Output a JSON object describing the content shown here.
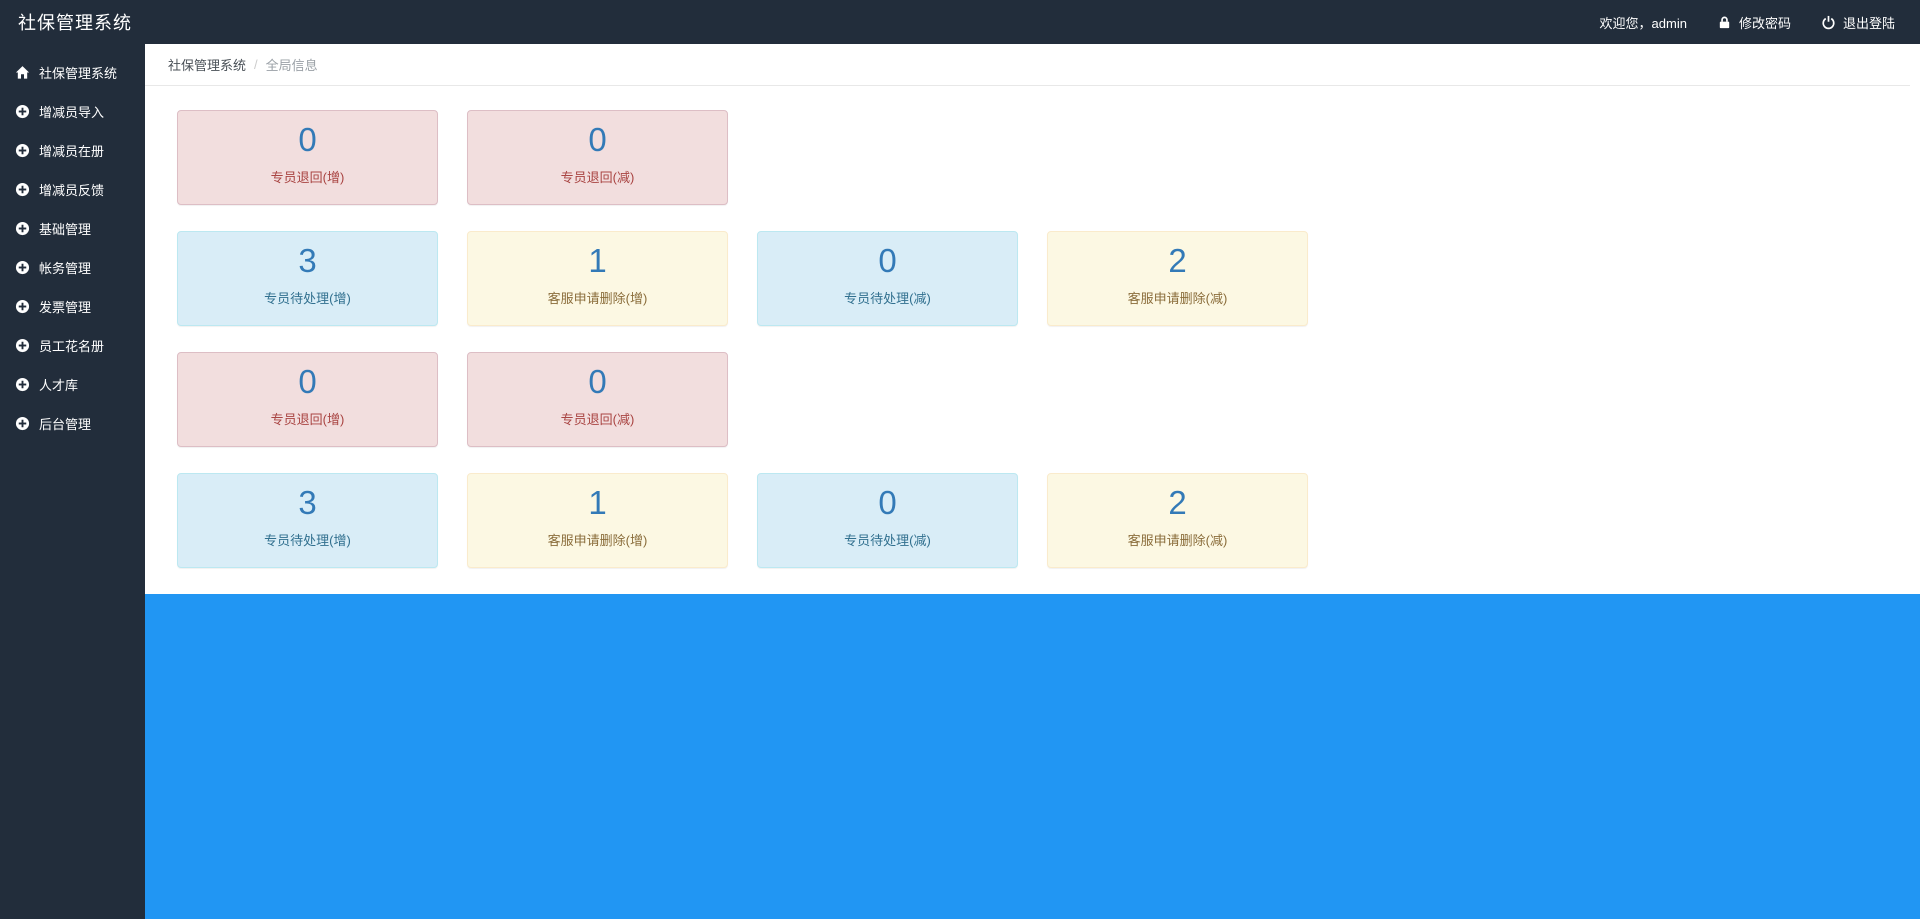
{
  "navbar": {
    "title": "社保管理系统",
    "welcome": "欢迎您，admin",
    "change_password": "修改密码",
    "logout": "退出登陆"
  },
  "sidebar": {
    "items": [
      {
        "label": "社保管理系统",
        "icon": "home-icon"
      },
      {
        "label": "增减员导入",
        "icon": "plus-circle-icon"
      },
      {
        "label": "增减员在册",
        "icon": "plus-circle-icon"
      },
      {
        "label": "增减员反馈",
        "icon": "plus-circle-icon"
      },
      {
        "label": "基础管理",
        "icon": "plus-circle-icon"
      },
      {
        "label": "帐务管理",
        "icon": "plus-circle-icon"
      },
      {
        "label": "发票管理",
        "icon": "plus-circle-icon"
      },
      {
        "label": "员工花名册",
        "icon": "plus-circle-icon"
      },
      {
        "label": "人才库",
        "icon": "plus-circle-icon"
      },
      {
        "label": "后台管理",
        "icon": "plus-circle-icon"
      }
    ]
  },
  "breadcrumb": {
    "root": "社保管理系统",
    "separator": "/",
    "current": "全局信息"
  },
  "stats": {
    "rows": [
      {
        "cards": [
          {
            "value": "0",
            "label": "专员退回(增)",
            "variant": "danger"
          },
          {
            "value": "0",
            "label": "专员退回(减)",
            "variant": "danger"
          }
        ]
      },
      {
        "cards": [
          {
            "value": "3",
            "label": "专员待处理(增)",
            "variant": "info"
          },
          {
            "value": "1",
            "label": "客服申请删除(增)",
            "variant": "warning"
          },
          {
            "value": "0",
            "label": "专员待处理(减)",
            "variant": "info"
          },
          {
            "value": "2",
            "label": "客服申请删除(减)",
            "variant": "warning"
          }
        ]
      },
      {
        "cards": [
          {
            "value": "0",
            "label": "专员退回(增)",
            "variant": "danger"
          },
          {
            "value": "0",
            "label": "专员退回(减)",
            "variant": "danger"
          }
        ]
      },
      {
        "cards": [
          {
            "value": "3",
            "label": "专员待处理(增)",
            "variant": "info"
          },
          {
            "value": "1",
            "label": "客服申请删除(增)",
            "variant": "warning"
          },
          {
            "value": "0",
            "label": "专员待处理(减)",
            "variant": "info"
          },
          {
            "value": "2",
            "label": "客服申请删除(减)",
            "variant": "warning"
          }
        ]
      }
    ]
  },
  "colors": {
    "navbar_bg": "#222d3b",
    "sidebar_bg": "#222d3b",
    "stat_value": "#337ab7",
    "danger_bg": "#f2dede",
    "danger_text": "#a94442",
    "info_bg": "#d9edf7",
    "info_text": "#31708f",
    "warning_bg": "#fcf8e3",
    "warning_text": "#8a6d3b",
    "blue_panel": "#2196f3"
  }
}
